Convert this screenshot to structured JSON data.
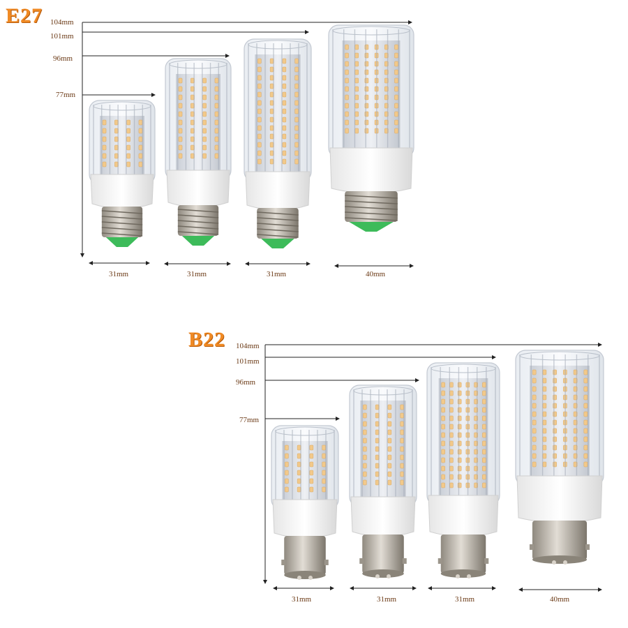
{
  "panels": [
    {
      "socket": "E27",
      "heights": [
        "104mm",
        "101mm",
        "96mm",
        "77mm"
      ],
      "widths": [
        "31mm",
        "31mm",
        "31mm",
        "40mm"
      ],
      "base_type": "screw"
    },
    {
      "socket": "B22",
      "heights": [
        "104mm",
        "101mm",
        "96mm",
        "77mm"
      ],
      "widths": [
        "31mm",
        "31mm",
        "31mm",
        "40mm"
      ],
      "base_type": "bayonet"
    }
  ],
  "colors": {
    "title": "#f08a24",
    "label": "#6b3a16",
    "led": "#f2c98a",
    "insulator": "#3dbb5a",
    "metal": "#b8b2a8"
  }
}
